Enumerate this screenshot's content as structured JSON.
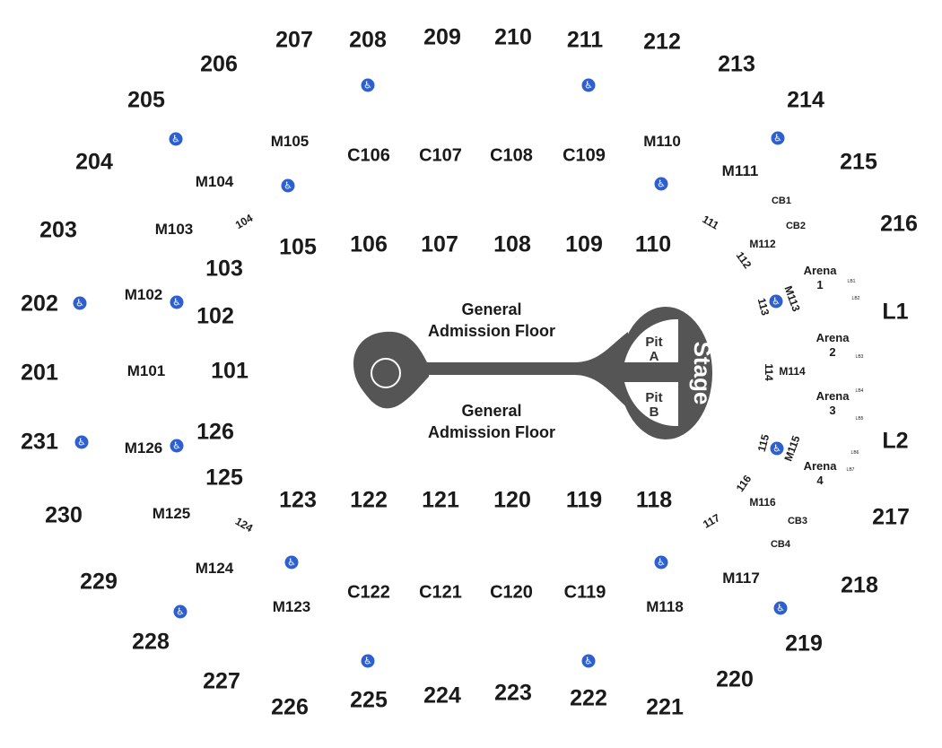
{
  "floor": {
    "ga_top": [
      "General",
      "Admission Floor"
    ],
    "ga_bottom": [
      "General",
      "Admission Floor"
    ],
    "stage_label": "Stage",
    "pit_a": [
      "Pit",
      "A"
    ],
    "pit_b": [
      "Pit",
      "B"
    ],
    "fill_color": "#555555"
  },
  "sections": {
    "s207": "207",
    "s208": "208",
    "s209": "209",
    "s210": "210",
    "s211": "211",
    "s212": "212",
    "s206": "206",
    "s213": "213",
    "s205": "205",
    "s214": "214",
    "s204": "204",
    "s215": "215",
    "s203": "203",
    "s216": "216",
    "s202": "202",
    "sL1": "L1",
    "s201": "201",
    "s231": "231",
    "sL2": "L2",
    "s230": "230",
    "s217": "217",
    "s229": "229",
    "s218": "218",
    "s228": "228",
    "s219": "219",
    "s227": "227",
    "s220": "220",
    "s226": "226",
    "s225": "225",
    "s224": "224",
    "s223": "223",
    "s222": "222",
    "s221": "221",
    "s105": "105",
    "s106": "106",
    "s107": "107",
    "s108": "108",
    "s109": "109",
    "s110": "110",
    "s103": "103",
    "s102": "102",
    "s101": "101",
    "s126": "126",
    "s125": "125",
    "s123": "123",
    "s122": "122",
    "s121": "121",
    "s120": "120",
    "s119": "119",
    "s118": "118",
    "s104": "104",
    "s124": "124",
    "s111": "111",
    "s112": "112",
    "s113": "113",
    "s114": "114",
    "s115": "115",
    "s116": "116",
    "s117": "117",
    "c106": "C106",
    "c107": "C107",
    "c108": "C108",
    "c109": "C109",
    "c122": "C122",
    "c121": "C121",
    "c120": "C120",
    "c119": "C119",
    "m105": "M105",
    "m104": "M104",
    "m103": "M103",
    "m102": "M102",
    "m101": "M101",
    "m126": "M126",
    "m125": "M125",
    "m124": "M124",
    "m123": "M123",
    "m110": "M110",
    "m111": "M111",
    "m112": "M112",
    "m113": "M113",
    "m114": "M114",
    "m115": "M115",
    "m116": "M116",
    "m117": "M117",
    "m118": "M118",
    "cb1": "CB1",
    "cb2": "CB2",
    "cb3": "CB3",
    "cb4": "CB4",
    "lb1": "LB1",
    "lb2": "LB2",
    "lb3": "LB3",
    "lb4": "LB4",
    "lb5": "LB5",
    "lb6": "LB6",
    "lb7": "LB7"
  },
  "arena": {
    "a1": [
      "Arena",
      "1"
    ],
    "a2": [
      "Arena",
      "2"
    ],
    "a3": [
      "Arena",
      "3"
    ],
    "a4": [
      "Arena",
      "4"
    ]
  },
  "accessibility": {
    "icon": "wheelchair-icon",
    "glyph": "♿",
    "color": "#2e5fd0"
  }
}
